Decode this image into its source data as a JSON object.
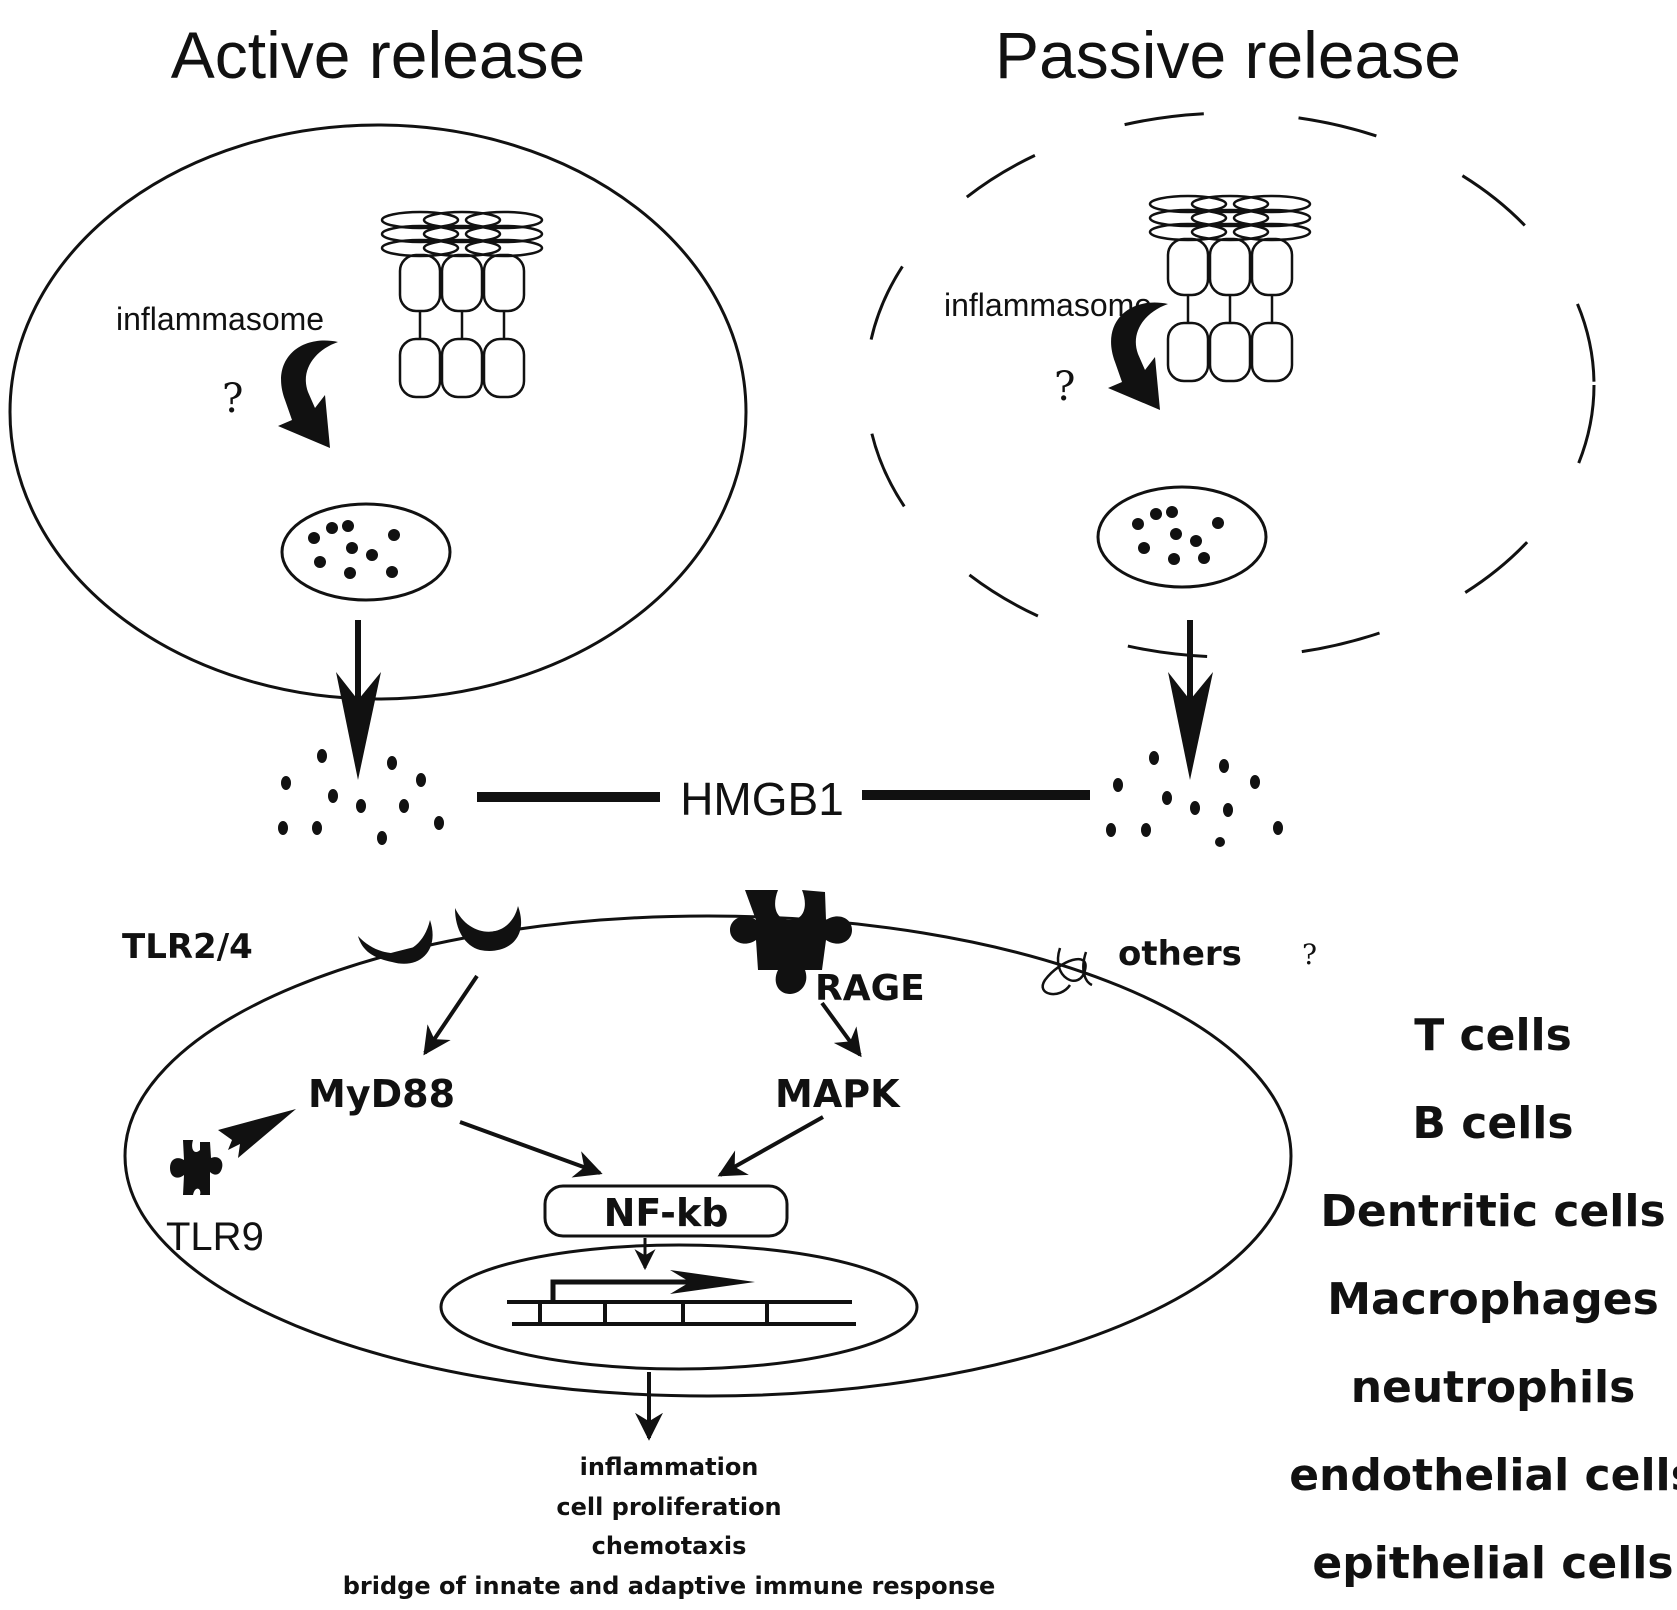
{
  "titles": {
    "active": "Active release",
    "passive": "Passive release"
  },
  "active_cell": {
    "inflammasome_label": "inflammasome",
    "question_mark": "?"
  },
  "passive_cell": {
    "inflammasome_label": "inflammasome",
    "question_mark": "?"
  },
  "hmgb1_label": "HMGB1",
  "target_cell": {
    "receptors": {
      "tlr24": "TLR2/4",
      "rage": "RAGE",
      "others": "others",
      "others_q": "?",
      "tlr9": "TLR9"
    },
    "signals": {
      "myd88": "MyD88",
      "mapk": "MAPK",
      "nfkb": "NF-kb"
    }
  },
  "outcomes": [
    "inflammation",
    "cell proliferation",
    "chemotaxis",
    "bridge of innate and adaptive immune response"
  ],
  "cell_types": [
    "T cells",
    "B cells",
    "Dentritic cells",
    "Macrophages",
    "neutrophils",
    "endothelial cells",
    "epithelial cells"
  ]
}
